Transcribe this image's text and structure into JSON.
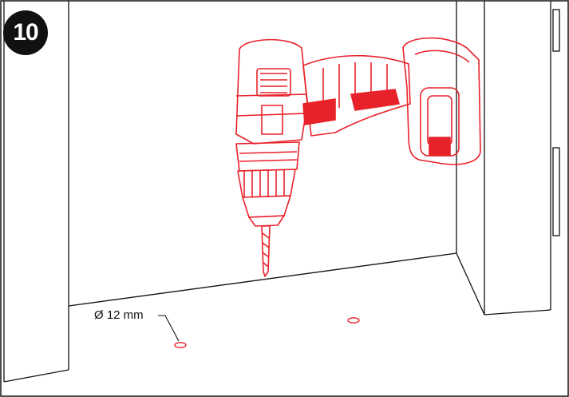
{
  "step": {
    "number": "10"
  },
  "annotation": {
    "hole_diameter": "Ø 12 mm"
  },
  "colors": {
    "drill": "#e8222b",
    "outline": "#111111",
    "background": "#ffffff"
  },
  "icons": {
    "tool": "cordless-drill-icon",
    "hole": "drill-hole-marker"
  }
}
